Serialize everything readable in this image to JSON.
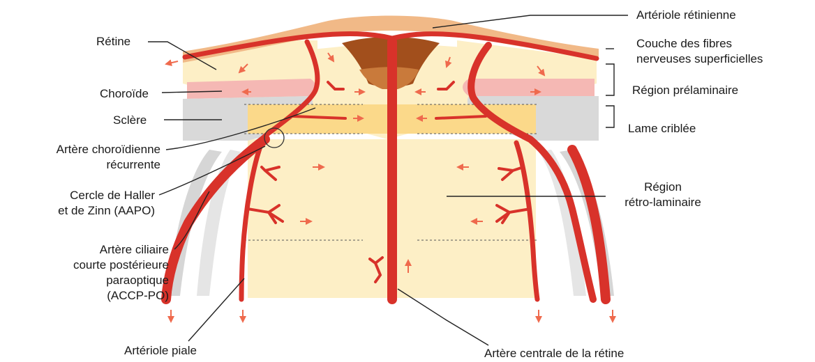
{
  "colors": {
    "artery": "#d8322a",
    "arrow": "#ef6a4d",
    "tissue": "#fdefc6",
    "lamina": "#fbd98a",
    "choroid": "#f5b8b4",
    "sclera": "#d9d9d9",
    "nfl": "#f1b987",
    "cup_dark": "#a24f1c",
    "cup_mid": "#c97a3b",
    "sheath": "#d6d6d6"
  },
  "labels": {
    "retine": "Rétine",
    "choroide": "Choroïde",
    "sclere": "Sclère",
    "artere_choroidienne_1": "Artère choroïdienne",
    "artere_choroidienne_2": "récurrente",
    "cercle_1": "Cercle de Haller",
    "cercle_2": "et de Zinn (AAPO)",
    "ciliaire_1": "Artère ciliaire",
    "ciliaire_2": "courte postérieure",
    "ciliaire_3": "paraoptique",
    "ciliaire_4": "(ACCP-PO)",
    "arteriole_piale": "Artériole piale",
    "arteriole_retinienne": "Artériole rétinienne",
    "couche_1": "Couche des fibres",
    "couche_2": "nerveuses superficielles",
    "region_prelaminaire": "Région prélaminaire",
    "lame_criblee": "Lame criblée",
    "retro_1": "Région",
    "retro_2": "rétro-laminaire",
    "artere_centrale": "Artère centrale de la rétine"
  }
}
